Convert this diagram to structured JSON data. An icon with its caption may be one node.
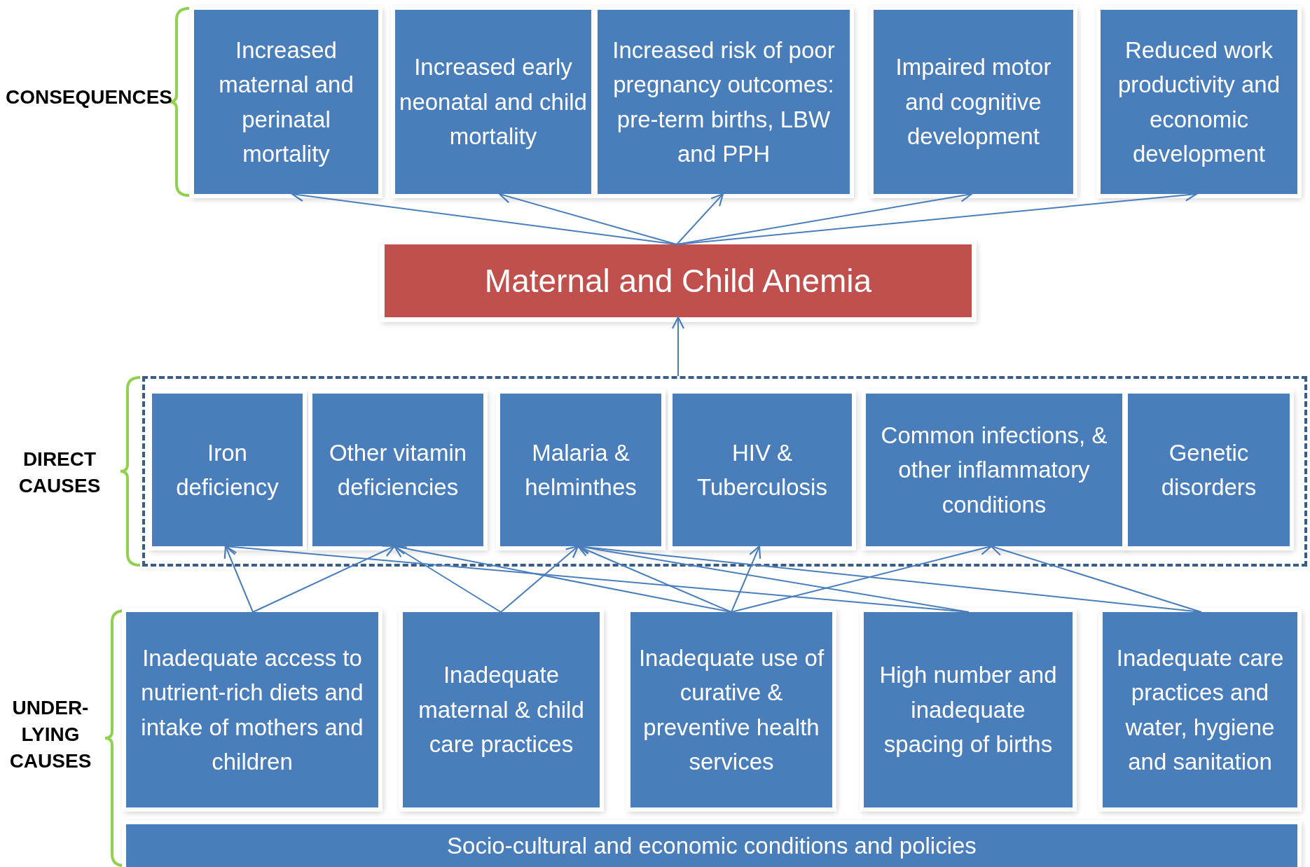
{
  "diagram": {
    "nodes": [
      {
        "text": [
          "Increased maternal and perinatal mortality"
        ]
      },
      {
        "text": [
          "Increased early neonatal and child mortality"
        ]
      },
      {
        "text": [
          "Increased risk of poor pregnancy outcomes: pre-term births, LBW and PPH"
        ]
      },
      {
        "text": [
          "Impaired motor and cognitive development"
        ]
      },
      {
        "text": [
          "Reduced work productivity and economic development"
        ]
      },
      {
        "text": [
          "Maternal and Child Anemia"
        ]
      },
      {
        "text": [],
        "shape": "box"
      },
      {
        "text": [
          "Iron deficiency"
        ],
        "in": 6
      },
      {
        "text": [
          "Other vitamin deficiencies"
        ],
        "in": 6
      },
      {
        "text": [
          "Malaria & helminthes"
        ],
        "in": 6
      },
      {
        "text": [
          "HIV & Tuberculosis"
        ],
        "in": 6
      },
      {
        "text": [
          "Common infections, & other inflammatory conditions"
        ],
        "in": 6
      },
      {
        "text": [
          "Genetic disorders"
        ],
        "in": 6
      },
      {
        "text": [
          "Inadequate access to nutrient-rich diets and intake of mothers and children"
        ]
      },
      {
        "text": [
          "Inadequate maternal & child care practices"
        ]
      },
      {
        "text": [
          "Inadequate use of curative & preventive health services"
        ]
      },
      {
        "text": [
          "High number and inadequate spacing of births"
        ]
      },
      {
        "text": [
          "Inadequate care practices and water, hygiene and sanitation"
        ]
      },
      {
        "text": [
          "Socio-cultural and economic conditions and policies"
        ]
      }
    ],
    "edges": [
      {
        "from": 5,
        "to": 0,
        "arrow": "to"
      },
      {
        "from": 5,
        "to": 1,
        "arrow": "to"
      },
      {
        "from": 5,
        "to": 2,
        "arrow": "to"
      },
      {
        "from": 5,
        "to": 3,
        "arrow": "to"
      },
      {
        "from": 5,
        "to": 4,
        "arrow": "to"
      },
      {
        "from": 6,
        "to": 5,
        "arrow": "to"
      },
      {
        "from": 13,
        "to": 7,
        "arrow": "to"
      },
      {
        "from": 13,
        "to": 8,
        "arrow": "to"
      },
      {
        "from": 14,
        "to": 8,
        "arrow": "to"
      },
      {
        "from": 14,
        "to": 9,
        "arrow": "to"
      },
      {
        "from": 15,
        "to": 8,
        "arrow": "to"
      },
      {
        "from": 15,
        "to": 9,
        "arrow": "to"
      },
      {
        "from": 15,
        "to": 10,
        "arrow": "to"
      },
      {
        "from": 15,
        "to": 11,
        "arrow": "to"
      },
      {
        "from": 16,
        "to": 7,
        "arrow": "to"
      },
      {
        "from": 16,
        "to": 9,
        "arrow": "to"
      },
      {
        "from": 17,
        "to": 9,
        "arrow": "to"
      },
      {
        "from": 17,
        "to": 11,
        "arrow": "to"
      }
    ],
    "labels": [
      "CONSEQUENCES",
      "DIRECT CAUSES",
      "UNDER- LYING CAUSES"
    ]
  }
}
